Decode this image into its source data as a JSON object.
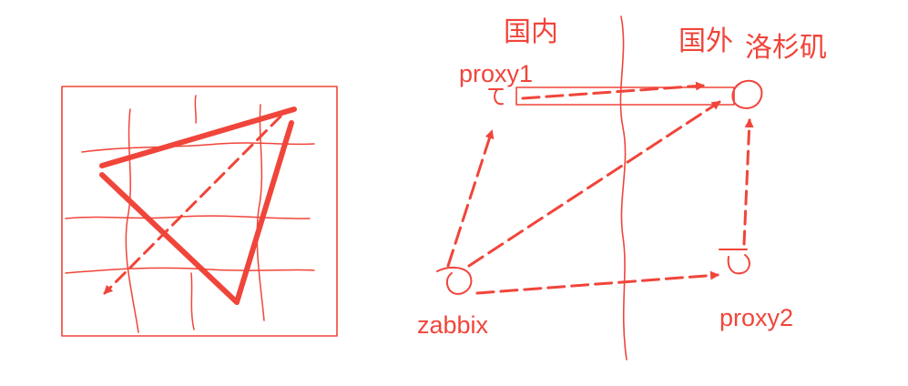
{
  "labels": {
    "domestic": "国内",
    "abroad": "国外",
    "city": "洛杉矶",
    "proxy1": "proxy1",
    "proxy2": "proxy2",
    "zabbix": "zabbix"
  },
  "colors": {
    "ink": "#f0453a",
    "background": "#ffffff"
  }
}
